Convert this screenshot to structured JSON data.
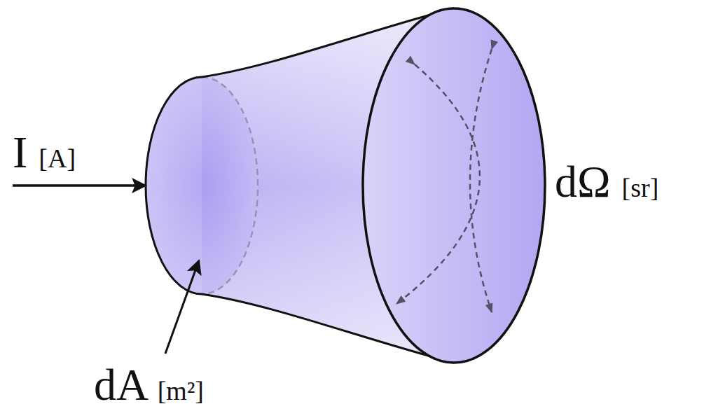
{
  "diagram": {
    "labels": [
      "I [A]",
      "dA [m²]",
      "dΩ [sr]"
    ]
  }
}
